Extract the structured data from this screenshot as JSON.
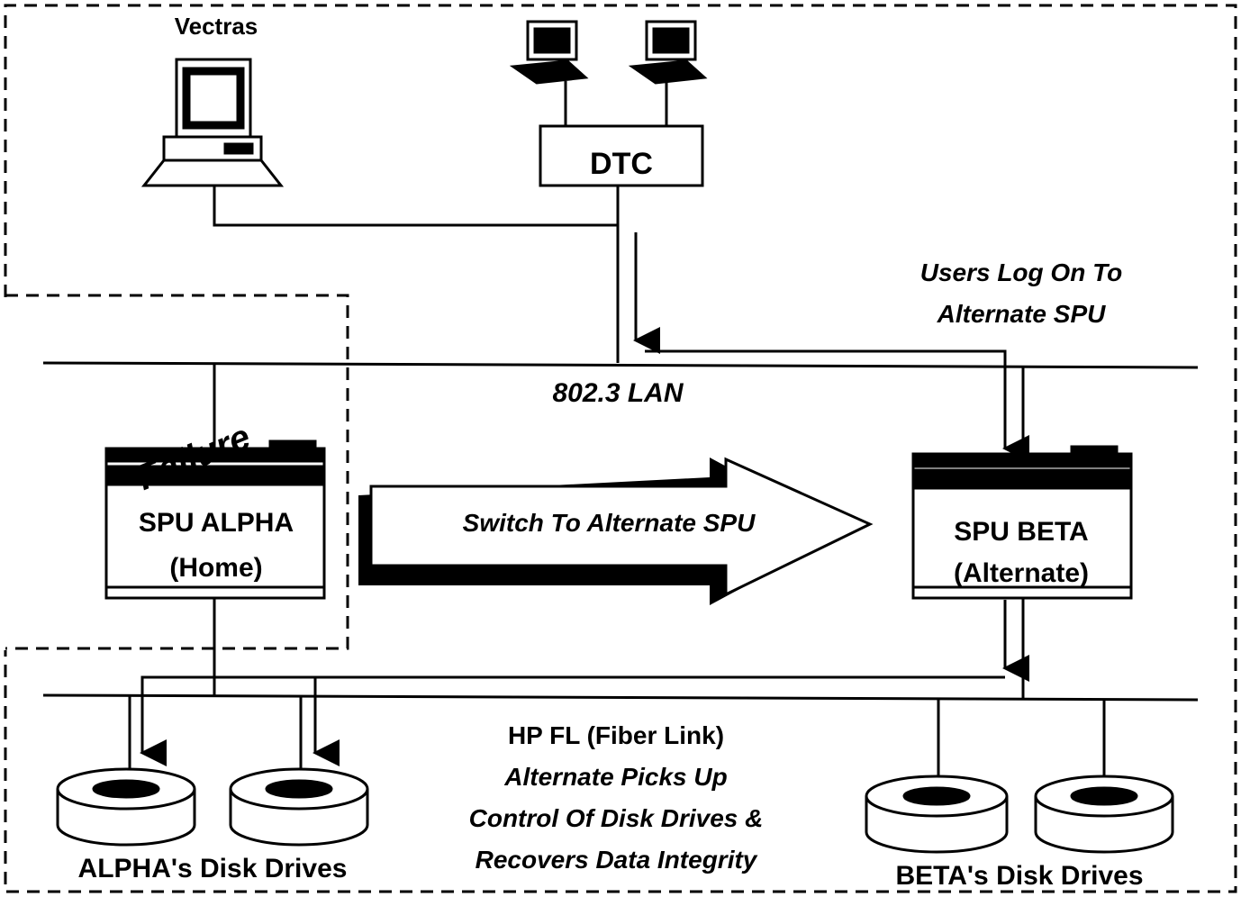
{
  "labels": {
    "vectras": "Vectras",
    "dtc": "DTC",
    "lan": "802.3 LAN",
    "users_log_on_1": "Users Log On To",
    "users_log_on_2": "Alternate SPU",
    "failure": "Failure",
    "spu_alpha_1": "SPU ALPHA",
    "spu_alpha_2": "(Home)",
    "switch": "Switch To Alternate SPU",
    "spu_beta_1": "SPU BETA",
    "spu_beta_2": "(Alternate)",
    "hpfl_1": "HP FL (Fiber Link)",
    "hpfl_2": "Alternate Picks Up",
    "hpfl_3": "Control Of Disk Drives &",
    "hpfl_4": "Recovers Data Integrity",
    "alpha_disks": "ALPHA's Disk Drives",
    "beta_disks": "BETA's Disk Drives"
  },
  "icons": {
    "vectra": "desktop-computer-icon",
    "terminal": "terminal-icon",
    "spu": "server-cabinet-icon",
    "disk": "disk-drive-icon"
  },
  "colors": {
    "ink": "#000000",
    "paper": "#ffffff"
  }
}
